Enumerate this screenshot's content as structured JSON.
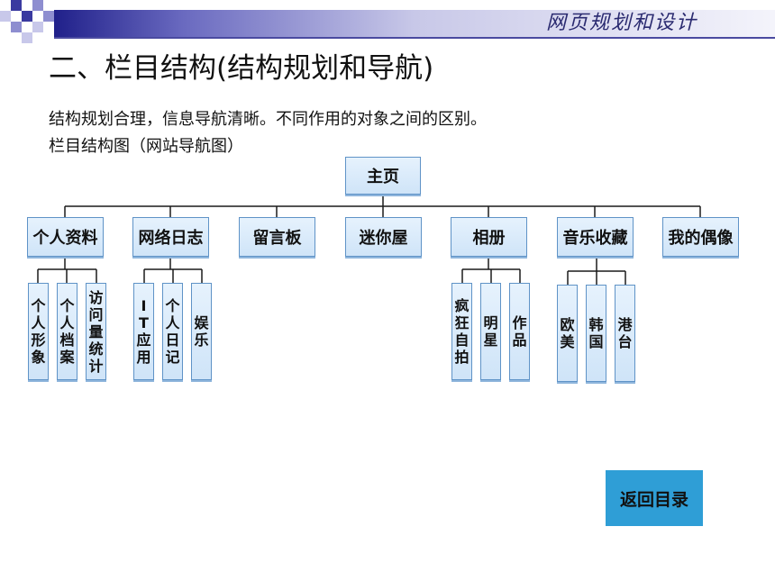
{
  "header": {
    "course_title": "网页规划和设计"
  },
  "slide": {
    "title": "二、栏目结构(结构规划和导航)",
    "line1": "结构规划合理，信息导航清晰。不同作用的对象之间的区别。",
    "line2": "栏目结构图（网站导航图）"
  },
  "nav": {
    "root": "主页",
    "sections": [
      "个人资料",
      "网络日志",
      "留言板",
      "迷你屋",
      "相册",
      "音乐收藏",
      "我的偶像"
    ],
    "profile_children": [
      "个人形象",
      "个人档案",
      "访问量统计"
    ],
    "blog_children": [
      "IT应用",
      "个人日记",
      "娱乐"
    ],
    "album_children": [
      "疯狂自拍",
      "明星",
      "作品"
    ],
    "music_children": [
      "欧美",
      "韩国",
      "港台"
    ]
  },
  "button": {
    "back_label": "返回目录"
  },
  "colors": {
    "band_dark": "#20208a",
    "node_border": "#5f93c7",
    "button_bg": "#2f9ed6"
  }
}
